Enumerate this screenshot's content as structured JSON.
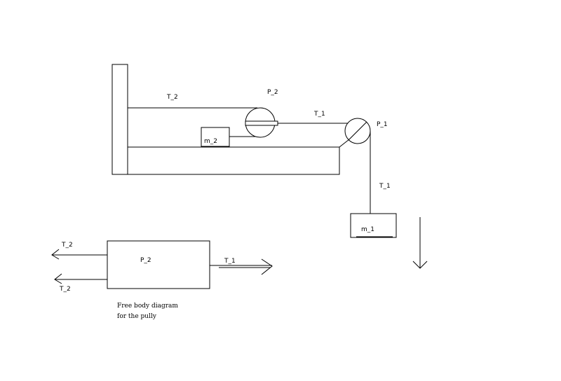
{
  "labels": {
    "t2_top": "T_2",
    "p2_top": "P_2",
    "t1_top": "T_1",
    "p1": "P_1",
    "m2": "m_2",
    "t1_right": "T_1",
    "m1": "m_1",
    "fbd_t2_upper": "T_2",
    "fbd_t2_lower": "T_2",
    "fbd_p2": "P_2",
    "fbd_t1": "T_1"
  },
  "caption": {
    "line1": "Free body diagram",
    "line2": "for the pully"
  }
}
